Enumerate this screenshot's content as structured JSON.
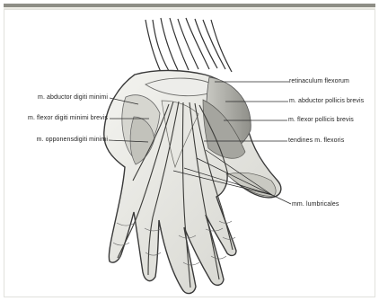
{
  "labels": {
    "left": [
      "m. abductor digiti minimi",
      "m. flexor digiti minimi brevis",
      "m. opponensdigiti minimi"
    ],
    "right": [
      "retinaculum flexorum",
      "m. abductor pollicis brevis",
      "m. flexor pollicis brevis",
      "tendines m. flexoris",
      "mm. lumbricales"
    ]
  },
  "colors": {
    "frame_border": "#8e8e86",
    "ink": "#1f1f1f",
    "paper": "#ffffff"
  }
}
